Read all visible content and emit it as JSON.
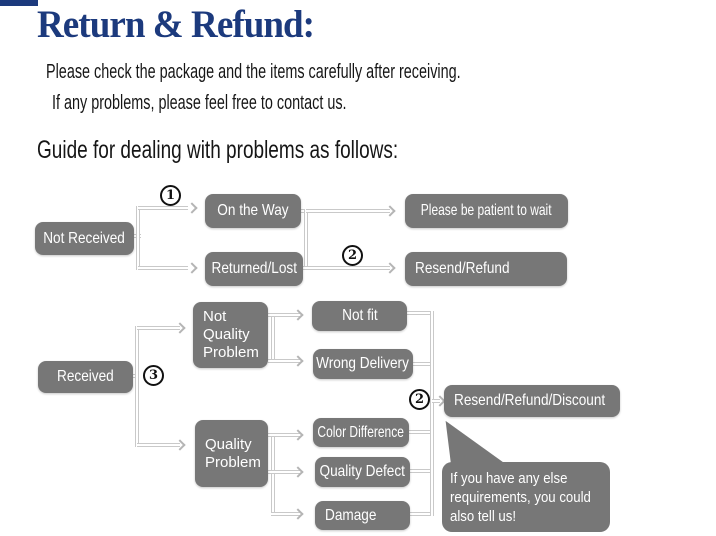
{
  "header": {
    "title": "Return & Refund:",
    "intro_lines": [
      "Please check the package and the items carefully after receiving.",
      "If any problems, please feel free to contact us."
    ],
    "guide_heading": "Guide for dealing with problems as follows:"
  },
  "colors": {
    "title_color": "#1c3a7d",
    "box_bg": "#777777",
    "box_text": "#ffffff",
    "connector": "#c9c9c9",
    "body_text": "#161616"
  },
  "flowchart": {
    "badges": {
      "on_the_way_step": "1",
      "resend_refund_step": "2",
      "received_step": "3",
      "resend_refund_discount_step": "2"
    },
    "nodes": {
      "not_received": "Not Received",
      "on_the_way": "On the Way",
      "returned_lost": "Returned/Lost",
      "please_be_patient": "Please be patient to wait",
      "resend_refund": "Resend/Refund",
      "received": "Received",
      "not_quality_problem": "Not Quality Problem",
      "quality_problem": "Quality Problem",
      "not_fit": "Not fit",
      "wrong_delivery": "Wrong Delivery",
      "color_difference": "Color Difference",
      "quality_defect": "Quality Defect",
      "damage": "Damage",
      "resend_refund_discount": "Resend/Refund/Discount"
    },
    "note_bubble": {
      "lines": [
        "If you have any else",
        "requirements, you could",
        "also tell us!"
      ]
    }
  }
}
